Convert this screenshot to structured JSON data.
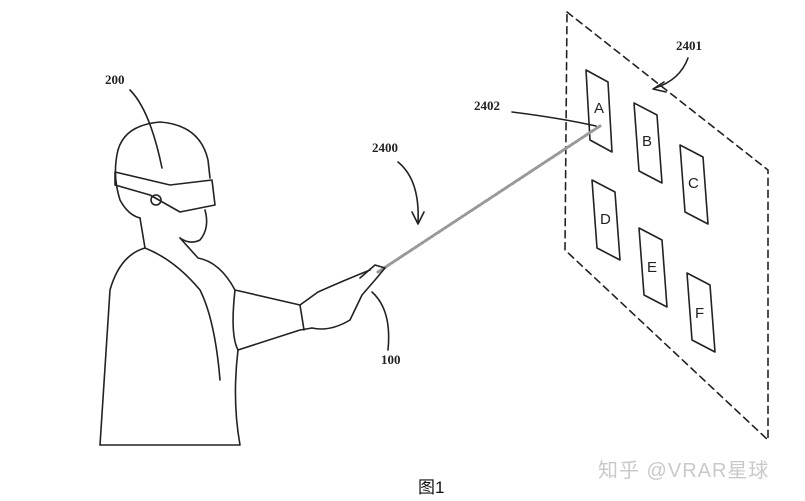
{
  "figure": {
    "labels": {
      "user": "200",
      "pointer_beam": "2400",
      "virtual_panel": "2401",
      "hit_point": "2402",
      "controller": "100"
    },
    "cards": [
      "A",
      "B",
      "C",
      "D",
      "E",
      "F"
    ],
    "caption": "图1",
    "watermark": "知乎 @VRAR星球"
  }
}
